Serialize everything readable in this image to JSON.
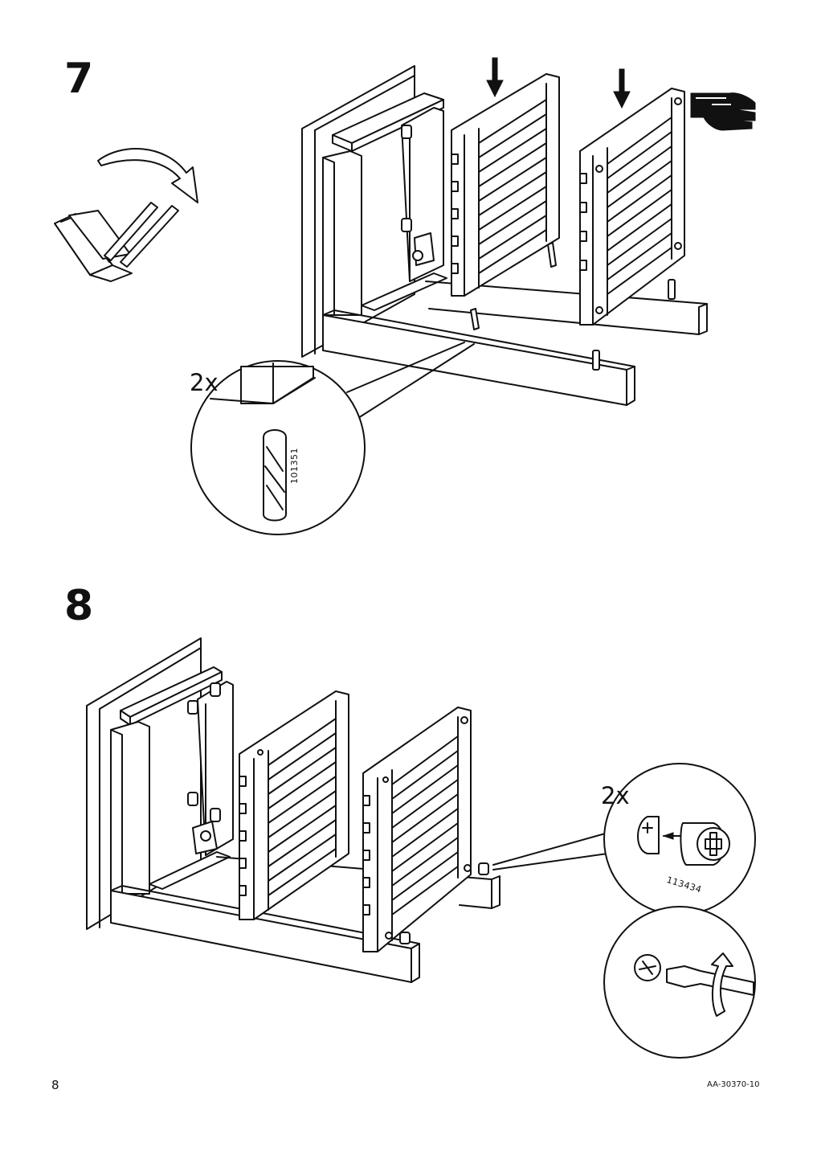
{
  "page": {
    "number": "8",
    "document_code": "AA-30370-10"
  },
  "steps": [
    {
      "number": "7",
      "multiplier": "2x",
      "part_code": "101351",
      "icons": [
        "rotate-arrow-icon",
        "down-arrow-icon",
        "pointing-hand-icon",
        "dowel-icon"
      ]
    },
    {
      "number": "8",
      "multiplier": "2x",
      "part_code": "113434",
      "icons": [
        "cam-lock-icon",
        "screwdriver-icon",
        "rotate-clockwise-icon"
      ]
    }
  ]
}
